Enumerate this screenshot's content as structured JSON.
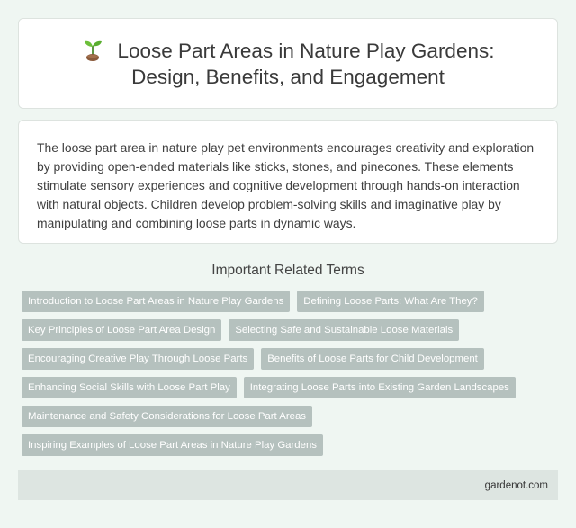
{
  "header": {
    "icon": "seedling-icon",
    "title_line1": "Loose Part Areas in Nature Play Gardens:",
    "title_line2": "Design, Benefits, and Engagement"
  },
  "intro": {
    "text": "The loose part area in nature play pet environments encourages creativity and exploration by providing open-ended materials like sticks, stones, and pinecones. These elements stimulate sensory experiences and cognitive development through hands-on interaction with natural objects. Children develop problem-solving skills and imaginative play by manipulating and combining loose parts in dynamic ways."
  },
  "related": {
    "heading": "Important Related Terms",
    "terms": [
      "Introduction to Loose Part Areas in Nature Play Gardens",
      "Defining Loose Parts: What Are They?",
      "Key Principles of Loose Part Area Design",
      "Selecting Safe and Sustainable Loose Materials",
      "Encouraging Creative Play Through Loose Parts",
      "Benefits of Loose Parts for Child Development",
      "Enhancing Social Skills with Loose Part Play",
      "Integrating Loose Parts into Existing Garden Landscapes",
      "Maintenance and Safety Considerations for Loose Part Areas",
      "Inspiring Examples of Loose Part Areas in Nature Play Gardens"
    ]
  },
  "footer": {
    "site": "gardenot.com"
  },
  "colors": {
    "background": "#eff6f2",
    "tag": "#b5c1be",
    "footer": "#dde5e1"
  }
}
